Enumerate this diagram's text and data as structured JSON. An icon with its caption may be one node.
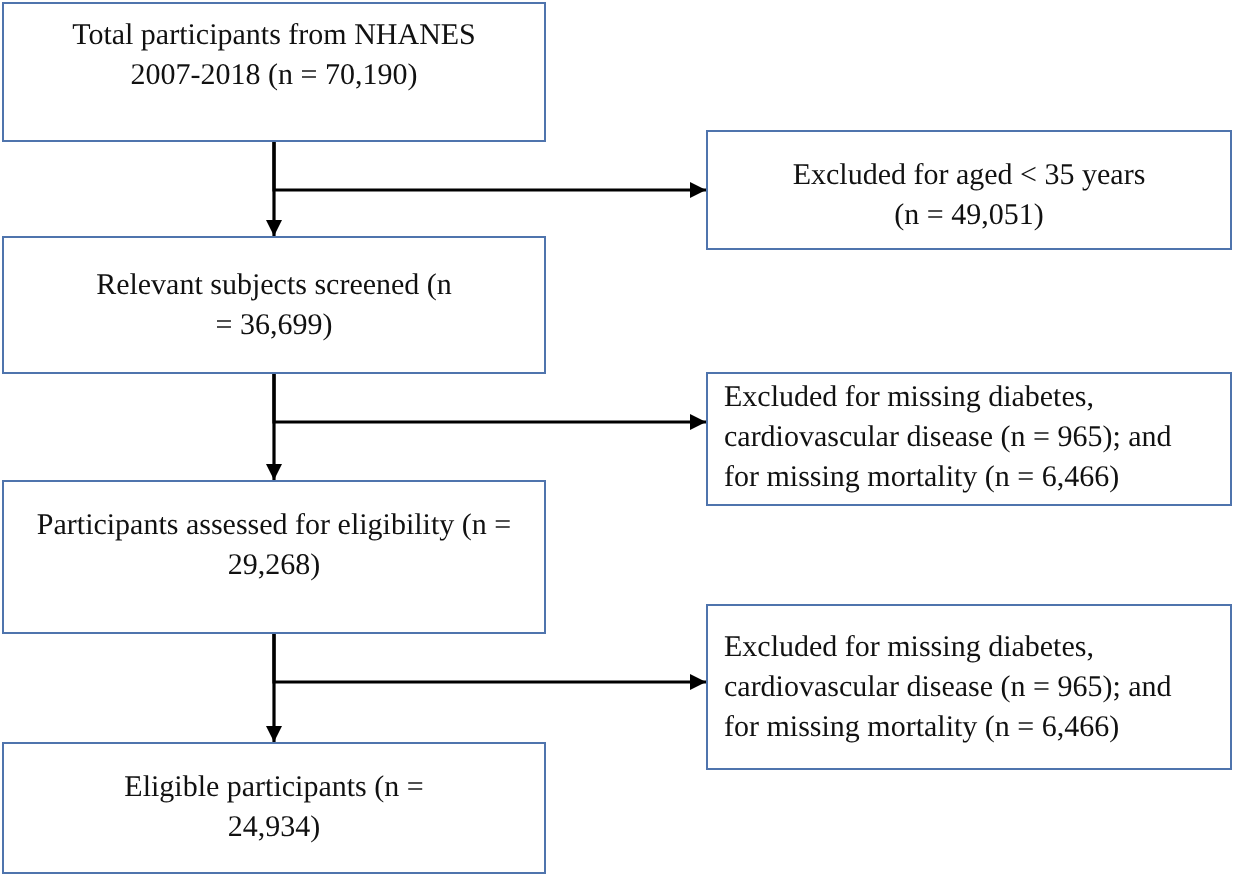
{
  "diagram": {
    "nodes": [
      {
        "text": [
          "Total participants from NHANES 2007-2018 (n = 70,190)"
        ]
      },
      {
        "text": [
          "Excluded for aged < 35 years (n = 49,051)"
        ]
      },
      {
        "text": [
          "Relevant subjects screened (n = 36,699)"
        ]
      },
      {
        "text": [
          "Excluded for missing diabetes, cardiovascular disease (n = 965); and for missing mortality (n = 6,466)"
        ]
      },
      {
        "text": [
          "Participants assessed for eligibility (n = 29,268)"
        ]
      },
      {
        "text": [
          "Excluded for missing diabetes, cardiovascular disease (n = 965); and for missing mortality (n = 6,466)"
        ]
      },
      {
        "text": [
          "Eligible participants (n = 24,934)"
        ]
      }
    ],
    "edges": [
      {
        "from": 0,
        "to": 2,
        "arrow": "to"
      },
      {
        "from": 0,
        "to": 1,
        "arrow": "to"
      },
      {
        "from": 2,
        "to": 4,
        "arrow": "to"
      },
      {
        "from": 2,
        "to": 3,
        "arrow": "to"
      },
      {
        "from": 4,
        "to": 6,
        "arrow": "to"
      },
      {
        "from": 4,
        "to": 5,
        "arrow": "to"
      }
    ]
  }
}
